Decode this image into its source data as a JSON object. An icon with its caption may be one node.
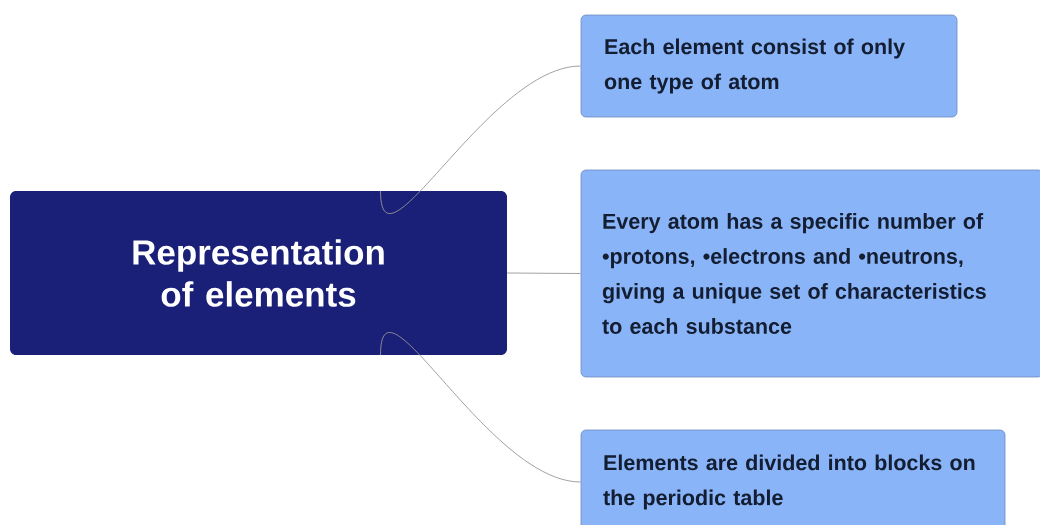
{
  "diagram": {
    "nodes": [
      {
        "text": [
          "Representation of elements"
        ]
      },
      {
        "text": [
          "Each element consist of only one type of atom"
        ]
      },
      {
        "text": [
          "Every atom has a specific number of •protons, •electrons and •neutrons, giving a unique set of characteristics to each substance"
        ]
      },
      {
        "text": [
          "Elements are divided into blocks on the periodic table"
        ]
      }
    ],
    "edges": [
      {
        "from": 0,
        "to": 1,
        "arrow": "none"
      },
      {
        "from": 0,
        "to": 2,
        "arrow": "none"
      },
      {
        "from": 0,
        "to": 3,
        "arrow": "none"
      }
    ]
  }
}
